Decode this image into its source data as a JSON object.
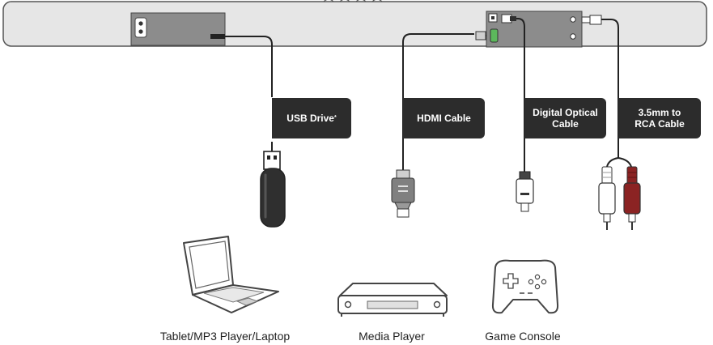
{
  "labels": {
    "usb": "USB Drive",
    "usb_mark": "*",
    "hdmi": "HDMI Cable",
    "optical_line1": "Digital Optical",
    "optical_line2": "Cable",
    "rca_line1": "3.5mm to",
    "rca_line2": "RCA Cable"
  },
  "devices": {
    "tablet": "Tablet/MP3 Player/Laptop",
    "media_player": "Media Player",
    "game_console": "Game Console"
  },
  "colors": {
    "soundbar_body": "#e6e6e6",
    "panel": "#8c8c8c",
    "label_bg": "#2c2c2c",
    "cable": "#222222",
    "rca_red": "#8b2323",
    "hdmi_connector": "#808080",
    "usb_body": "#2f2f2f"
  }
}
